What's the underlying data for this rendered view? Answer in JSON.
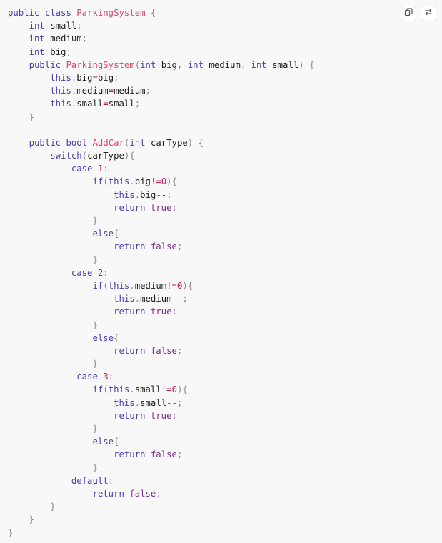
{
  "toolbar": {
    "copy_icon": "copy-icon",
    "wrap_icon": "wrap-toggle-icon"
  },
  "colors": {
    "keyword": "#4b3fa8",
    "class_name": "#d44a6a",
    "number": "#c2185b",
    "boolean": "#7a2c8c",
    "punctuation": "#8a8a8a"
  },
  "code": {
    "language": "csharp",
    "lines": [
      [
        [
          "kw",
          "public"
        ],
        [
          "sp",
          " "
        ],
        [
          "kw",
          "class"
        ],
        [
          "sp",
          " "
        ],
        [
          "cls",
          "ParkingSystem"
        ],
        [
          "sp",
          " "
        ],
        [
          "punc",
          "{"
        ]
      ],
      [
        [
          "sp",
          "    "
        ],
        [
          "kw",
          "int"
        ],
        [
          "sp",
          " "
        ],
        [
          "ident",
          "small"
        ],
        [
          "punc",
          ";"
        ]
      ],
      [
        [
          "sp",
          "    "
        ],
        [
          "kw",
          "int"
        ],
        [
          "sp",
          " "
        ],
        [
          "ident",
          "medium"
        ],
        [
          "punc",
          ";"
        ]
      ],
      [
        [
          "sp",
          "    "
        ],
        [
          "kw",
          "int"
        ],
        [
          "sp",
          " "
        ],
        [
          "ident",
          "big"
        ],
        [
          "punc",
          ";"
        ]
      ],
      [
        [
          "sp",
          "    "
        ],
        [
          "kw",
          "public"
        ],
        [
          "sp",
          " "
        ],
        [
          "cls",
          "ParkingSystem"
        ],
        [
          "punc",
          "("
        ],
        [
          "kw",
          "int"
        ],
        [
          "sp",
          " "
        ],
        [
          "ident",
          "big"
        ],
        [
          "punc",
          ","
        ],
        [
          "sp",
          " "
        ],
        [
          "kw",
          "int"
        ],
        [
          "sp",
          " "
        ],
        [
          "ident",
          "medium"
        ],
        [
          "punc",
          ","
        ],
        [
          "sp",
          " "
        ],
        [
          "kw",
          "int"
        ],
        [
          "sp",
          " "
        ],
        [
          "ident",
          "small"
        ],
        [
          "punc",
          ")"
        ],
        [
          "sp",
          " "
        ],
        [
          "punc",
          "{"
        ]
      ],
      [
        [
          "sp",
          "        "
        ],
        [
          "this",
          "this"
        ],
        [
          "punc",
          "."
        ],
        [
          "ident",
          "big"
        ],
        [
          "op",
          "="
        ],
        [
          "ident",
          "big"
        ],
        [
          "punc",
          ";"
        ]
      ],
      [
        [
          "sp",
          "        "
        ],
        [
          "this",
          "this"
        ],
        [
          "punc",
          "."
        ],
        [
          "ident",
          "medium"
        ],
        [
          "op",
          "="
        ],
        [
          "ident",
          "medium"
        ],
        [
          "punc",
          ";"
        ]
      ],
      [
        [
          "sp",
          "        "
        ],
        [
          "this",
          "this"
        ],
        [
          "punc",
          "."
        ],
        [
          "ident",
          "small"
        ],
        [
          "op",
          "="
        ],
        [
          "ident",
          "small"
        ],
        [
          "punc",
          ";"
        ]
      ],
      [
        [
          "sp",
          "    "
        ],
        [
          "punc",
          "}"
        ]
      ],
      [],
      [
        [
          "sp",
          "    "
        ],
        [
          "kw",
          "public"
        ],
        [
          "sp",
          " "
        ],
        [
          "kw",
          "bool"
        ],
        [
          "sp",
          " "
        ],
        [
          "cls",
          "AddCar"
        ],
        [
          "punc",
          "("
        ],
        [
          "kw",
          "int"
        ],
        [
          "sp",
          " "
        ],
        [
          "ident",
          "carType"
        ],
        [
          "punc",
          ")"
        ],
        [
          "sp",
          " "
        ],
        [
          "punc",
          "{"
        ]
      ],
      [
        [
          "sp",
          "        "
        ],
        [
          "kw",
          "switch"
        ],
        [
          "punc",
          "("
        ],
        [
          "ident",
          "carType"
        ],
        [
          "punc",
          ")"
        ],
        [
          "punc",
          "{"
        ]
      ],
      [
        [
          "sp",
          "            "
        ],
        [
          "kw",
          "case"
        ],
        [
          "sp",
          " "
        ],
        [
          "num",
          "1"
        ],
        [
          "punc",
          ":"
        ]
      ],
      [
        [
          "sp",
          "                "
        ],
        [
          "kw",
          "if"
        ],
        [
          "punc",
          "("
        ],
        [
          "this",
          "this"
        ],
        [
          "punc",
          "."
        ],
        [
          "ident",
          "big"
        ],
        [
          "op",
          "!="
        ],
        [
          "num",
          "0"
        ],
        [
          "punc",
          ")"
        ],
        [
          "punc",
          "{"
        ]
      ],
      [
        [
          "sp",
          "                    "
        ],
        [
          "this",
          "this"
        ],
        [
          "punc",
          "."
        ],
        [
          "ident",
          "big"
        ],
        [
          "op",
          "--"
        ],
        [
          "punc",
          ";"
        ]
      ],
      [
        [
          "sp",
          "                    "
        ],
        [
          "kw",
          "return"
        ],
        [
          "sp",
          " "
        ],
        [
          "bool",
          "true"
        ],
        [
          "punc",
          ";"
        ]
      ],
      [
        [
          "sp",
          "                "
        ],
        [
          "punc",
          "}"
        ]
      ],
      [
        [
          "sp",
          "                "
        ],
        [
          "kw",
          "else"
        ],
        [
          "punc",
          "{"
        ]
      ],
      [
        [
          "sp",
          "                    "
        ],
        [
          "kw",
          "return"
        ],
        [
          "sp",
          " "
        ],
        [
          "bool",
          "false"
        ],
        [
          "punc",
          ";"
        ]
      ],
      [
        [
          "sp",
          "                "
        ],
        [
          "punc",
          "}"
        ]
      ],
      [
        [
          "sp",
          "            "
        ],
        [
          "kw",
          "case"
        ],
        [
          "sp",
          " "
        ],
        [
          "num",
          "2"
        ],
        [
          "punc",
          ":"
        ]
      ],
      [
        [
          "sp",
          "                "
        ],
        [
          "kw",
          "if"
        ],
        [
          "punc",
          "("
        ],
        [
          "this",
          "this"
        ],
        [
          "punc",
          "."
        ],
        [
          "ident",
          "medium"
        ],
        [
          "op",
          "!="
        ],
        [
          "num",
          "0"
        ],
        [
          "punc",
          ")"
        ],
        [
          "punc",
          "{"
        ]
      ],
      [
        [
          "sp",
          "                    "
        ],
        [
          "this",
          "this"
        ],
        [
          "punc",
          "."
        ],
        [
          "ident",
          "medium"
        ],
        [
          "op",
          "--"
        ],
        [
          "punc",
          ";"
        ]
      ],
      [
        [
          "sp",
          "                    "
        ],
        [
          "kw",
          "return"
        ],
        [
          "sp",
          " "
        ],
        [
          "bool",
          "true"
        ],
        [
          "punc",
          ";"
        ]
      ],
      [
        [
          "sp",
          "                "
        ],
        [
          "punc",
          "}"
        ]
      ],
      [
        [
          "sp",
          "                "
        ],
        [
          "kw",
          "else"
        ],
        [
          "punc",
          "{"
        ]
      ],
      [
        [
          "sp",
          "                    "
        ],
        [
          "kw",
          "return"
        ],
        [
          "sp",
          " "
        ],
        [
          "bool",
          "false"
        ],
        [
          "punc",
          ";"
        ]
      ],
      [
        [
          "sp",
          "                "
        ],
        [
          "punc",
          "}"
        ]
      ],
      [
        [
          "sp",
          "             "
        ],
        [
          "kw",
          "case"
        ],
        [
          "sp",
          " "
        ],
        [
          "num",
          "3"
        ],
        [
          "punc",
          ":"
        ]
      ],
      [
        [
          "sp",
          "                "
        ],
        [
          "kw",
          "if"
        ],
        [
          "punc",
          "("
        ],
        [
          "this",
          "this"
        ],
        [
          "punc",
          "."
        ],
        [
          "ident",
          "small"
        ],
        [
          "op",
          "!="
        ],
        [
          "num",
          "0"
        ],
        [
          "punc",
          ")"
        ],
        [
          "punc",
          "{"
        ]
      ],
      [
        [
          "sp",
          "                    "
        ],
        [
          "this",
          "this"
        ],
        [
          "punc",
          "."
        ],
        [
          "ident",
          "small"
        ],
        [
          "op",
          "--"
        ],
        [
          "punc",
          ";"
        ]
      ],
      [
        [
          "sp",
          "                    "
        ],
        [
          "kw",
          "return"
        ],
        [
          "sp",
          " "
        ],
        [
          "bool",
          "true"
        ],
        [
          "punc",
          ";"
        ]
      ],
      [
        [
          "sp",
          "                "
        ],
        [
          "punc",
          "}"
        ]
      ],
      [
        [
          "sp",
          "                "
        ],
        [
          "kw",
          "else"
        ],
        [
          "punc",
          "{"
        ]
      ],
      [
        [
          "sp",
          "                    "
        ],
        [
          "kw",
          "return"
        ],
        [
          "sp",
          " "
        ],
        [
          "bool",
          "false"
        ],
        [
          "punc",
          ";"
        ]
      ],
      [
        [
          "sp",
          "                "
        ],
        [
          "punc",
          "}"
        ]
      ],
      [
        [
          "sp",
          "            "
        ],
        [
          "kw",
          "default"
        ],
        [
          "punc",
          ":"
        ]
      ],
      [
        [
          "sp",
          "                "
        ],
        [
          "kw",
          "return"
        ],
        [
          "sp",
          " "
        ],
        [
          "bool",
          "false"
        ],
        [
          "punc",
          ";"
        ]
      ],
      [
        [
          "sp",
          "        "
        ],
        [
          "punc",
          "}"
        ]
      ],
      [
        [
          "sp",
          "    "
        ],
        [
          "punc",
          "}"
        ]
      ],
      [
        [
          "punc",
          "}"
        ]
      ]
    ]
  }
}
